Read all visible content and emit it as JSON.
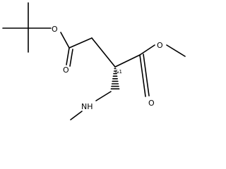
{
  "molecule": {
    "atoms": {
      "ester_oxygen_left": "O",
      "carbonyl_oxygen_left": "O",
      "ester_oxygen_right": "O",
      "carbonyl_oxygen_right": "O",
      "amine": "NH"
    },
    "stereo_label": "&1"
  },
  "colors": {
    "bond": "#000000",
    "text": "#000000",
    "background": "#ffffff"
  }
}
